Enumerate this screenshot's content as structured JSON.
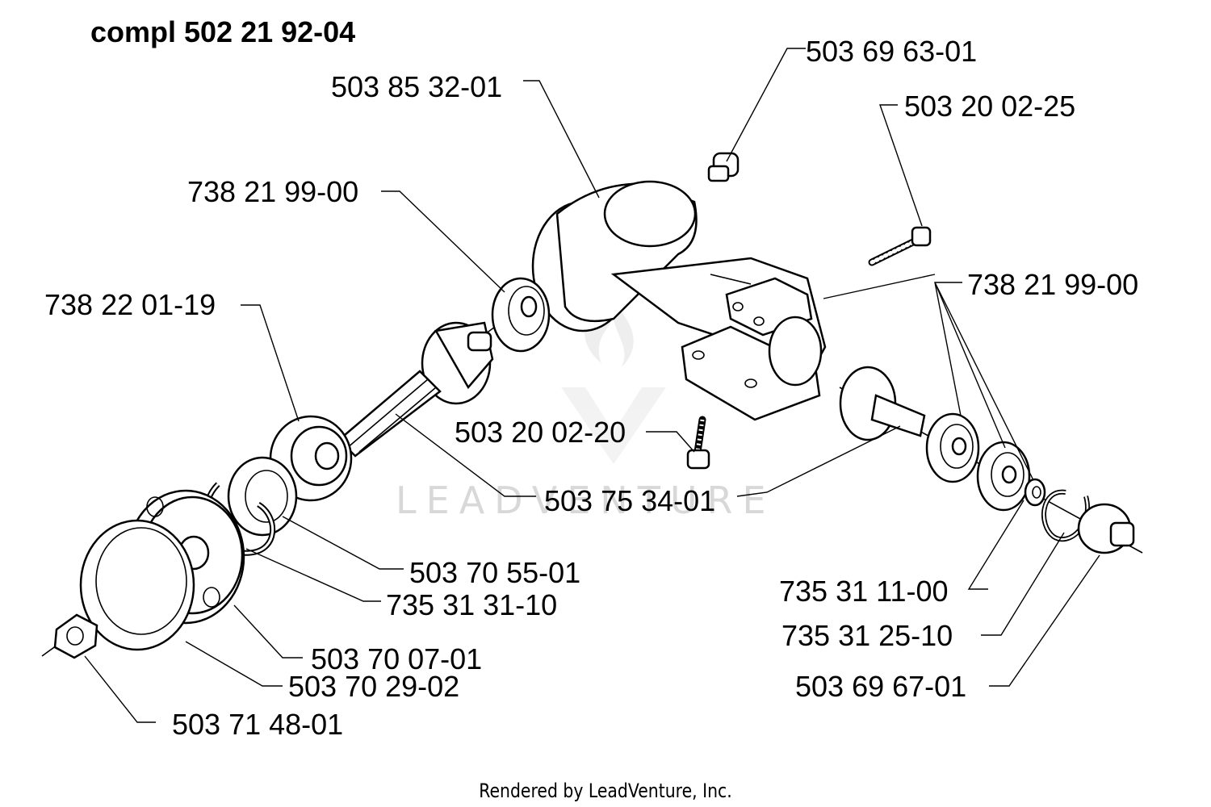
{
  "title": "compl 502 21 92-04",
  "footer": "Rendered by LeadVenture, Inc.",
  "watermark": "LEADVENTURE",
  "labels": {
    "p503_69_63_01": "503 69 63-01",
    "p503_85_32_01": "503 85 32-01",
    "p503_20_02_25": "503 20 02-25",
    "p738_21_99_00_a": "738 21 99-00",
    "p738_21_99_00_b": "738 21 99-00",
    "p738_22_01_19": "738 22 01-19",
    "p503_20_02_20": "503 20 02-20",
    "p503_75_34_01": "503 75 34-01",
    "p503_70_55_01": "503 70 55-01",
    "p735_31_31_10": "735 31 31-10",
    "p735_31_11_00": "735 31 11-00",
    "p735_31_25_10": "735 31 25-10",
    "p503_70_07_01": "503 70 07-01",
    "p503_70_29_02": "503 70 29-02",
    "p503_69_67_01": "503 69 67-01",
    "p503_71_48_01": "503 71 48-01"
  },
  "colors": {
    "line": "#000000",
    "watermark": "#d8d8d8",
    "background": "#ffffff"
  }
}
